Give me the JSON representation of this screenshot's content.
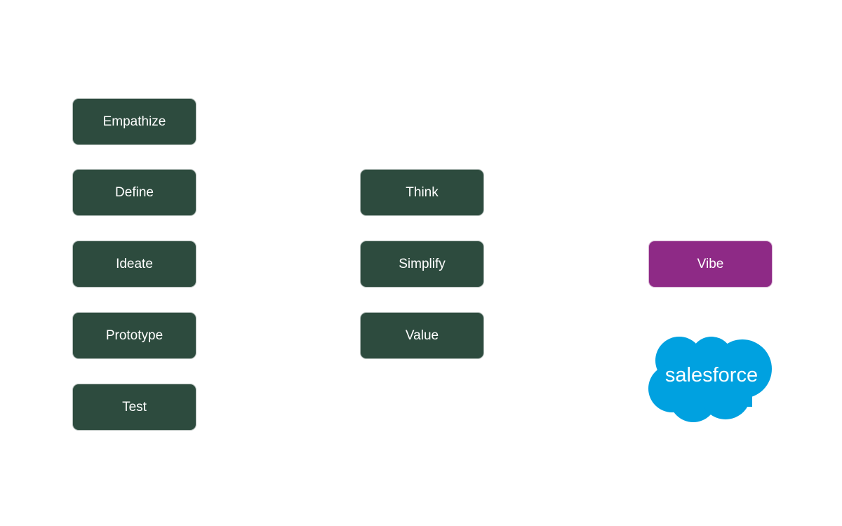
{
  "diagram": {
    "columns": [
      {
        "name": "design-thinking",
        "items": [
          {
            "label": "Empathize"
          },
          {
            "label": "Define"
          },
          {
            "label": "Ideate"
          },
          {
            "label": "Prototype"
          },
          {
            "label": "Test"
          }
        ]
      },
      {
        "name": "principles",
        "items": [
          {
            "label": "Think"
          },
          {
            "label": "Simplify"
          },
          {
            "label": "Value"
          }
        ]
      },
      {
        "name": "brand",
        "items": [
          {
            "label": "Vibe"
          }
        ]
      }
    ],
    "logo": {
      "text": "salesforce",
      "icon": "salesforce-cloud-icon"
    }
  },
  "colors": {
    "box_green": "#2d4b3e",
    "box_purple": "#8e2a86",
    "logo_blue": "#00a1e0",
    "text": "#ffffff"
  }
}
